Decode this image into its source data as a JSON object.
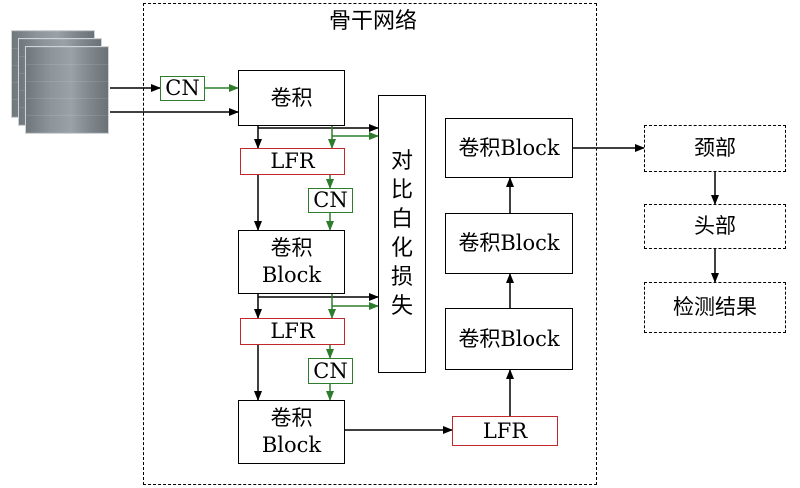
{
  "diagram": {
    "backbone_title": "骨干网络",
    "cn_label": "CN",
    "lfr_label": "LFR",
    "conv_label": "卷积",
    "block_label": "Block",
    "conv_block_label": "卷积Block",
    "contrastive_loss_chars": [
      "对",
      "比",
      "白",
      "化",
      "损",
      "失"
    ],
    "neck_label": "颈部",
    "head_label": "头部",
    "result_label": "检测结果"
  },
  "colors": {
    "red_border": "#c0282d",
    "green_border": "#2e7d2e",
    "black": "#000000"
  }
}
